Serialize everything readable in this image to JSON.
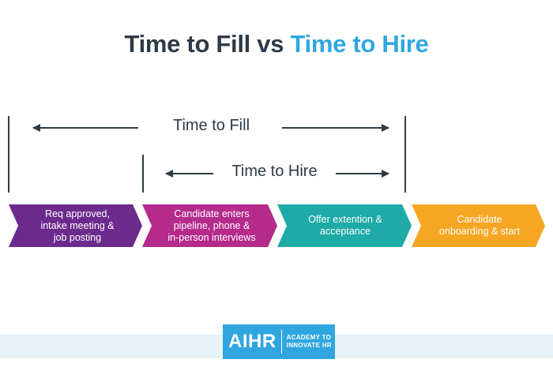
{
  "title": {
    "part1": "Time to Fill vs ",
    "part2": "Time to Hire"
  },
  "spans": {
    "time_to_fill": "Time to Fill",
    "time_to_hire": "Time to Hire"
  },
  "stages": [
    {
      "lines": [
        "Req approved,",
        "intake meeting &",
        "job posting"
      ],
      "color": "#6b2a8c"
    },
    {
      "lines": [
        "Candidate enters",
        "pipeline, phone &",
        "in-person interviews"
      ],
      "color": "#b52b8b"
    },
    {
      "lines": [
        "Offer extention &",
        "acceptance"
      ],
      "color": "#1eaaa6"
    },
    {
      "lines": [
        "Candidate",
        "onboarding & start"
      ],
      "color": "#f5a623"
    }
  ],
  "logo": {
    "main": "AIHR",
    "tagline_1": "ACADEMY TO",
    "tagline_2": "INNOVATE HR",
    "color": "#30a6e0"
  },
  "colors": {
    "text_dark": "#2e3a45",
    "accent": "#30a6e0"
  }
}
